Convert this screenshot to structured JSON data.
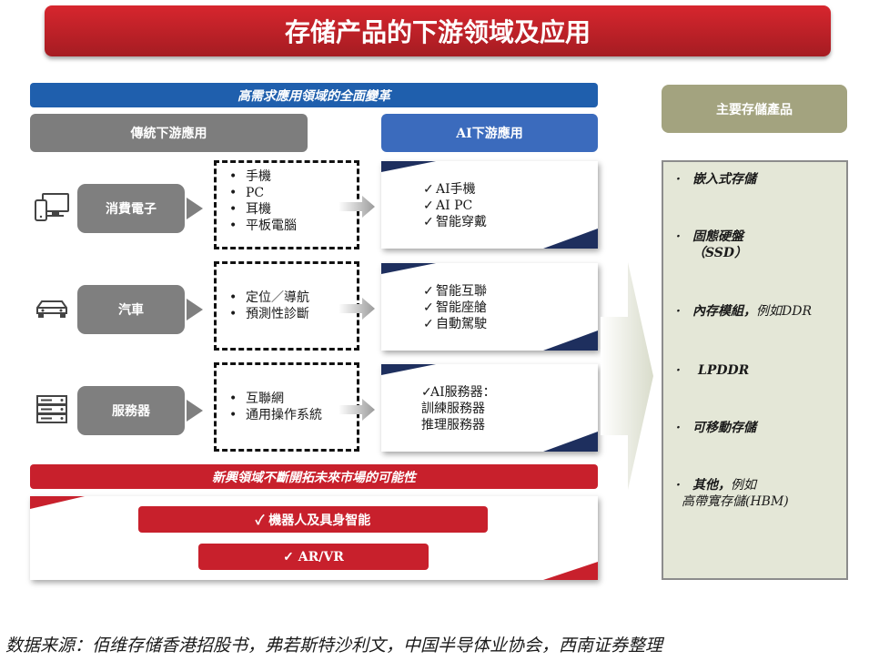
{
  "title": "存储产品的下游领域及应用",
  "top_bar": "高需求應用領域的全面變革",
  "traditional_header": "傳統下游應用",
  "ai_header": "AI下游應用",
  "main_products_header": "主要存儲產品",
  "categories": [
    {
      "label": "消費電子",
      "icon": "devices-icon",
      "traditional": [
        "手機",
        "PC",
        "耳機",
        "平板電腦"
      ],
      "ai": [
        "AI手機",
        "AI PC",
        "智能穿戴"
      ]
    },
    {
      "label": "汽車",
      "icon": "car-icon",
      "traditional": [
        "定位／導航",
        "預測性診斷"
      ],
      "ai": [
        "智能互聯",
        "智能座艙",
        "自動駕駛"
      ]
    },
    {
      "label": "服務器",
      "icon": "server-icon",
      "traditional": [
        "互聯網",
        "通用操作系統"
      ],
      "ai_lines": [
        "AI服務器：",
        "訓練服務器",
        "推理服務器"
      ]
    }
  ],
  "emerging_bar": "新興領域不斷開拓未來市場的可能性",
  "emerging_items": [
    "✓  機器人及具身智能",
    "✓  AR/VR"
  ],
  "products": [
    {
      "line1": "嵌入式存儲"
    },
    {
      "line1": "固態硬盤",
      "line2": "（SSD）"
    },
    {
      "line1": "內存模組，",
      "line1_rest": "例如DDR"
    },
    {
      "line1": "LPDDR"
    },
    {
      "line1": "可移動存儲"
    },
    {
      "line1": "其他，",
      "line1_rest": "例如",
      "line2": "高帶寬存儲(HBM)"
    }
  ],
  "source": "数据来源：佰维存储香港招股书，弗若斯特沙利文，中国半导体业协会，西南证券整理",
  "colors": {
    "title_red": "#c8202c",
    "blue": "#1f5fad",
    "ai_blue": "#3b6bbd",
    "gray": "#7f7f7f",
    "olive": "#a3a37f",
    "navy": "#1e2f5e",
    "product_bg": "#e4e7d7"
  }
}
